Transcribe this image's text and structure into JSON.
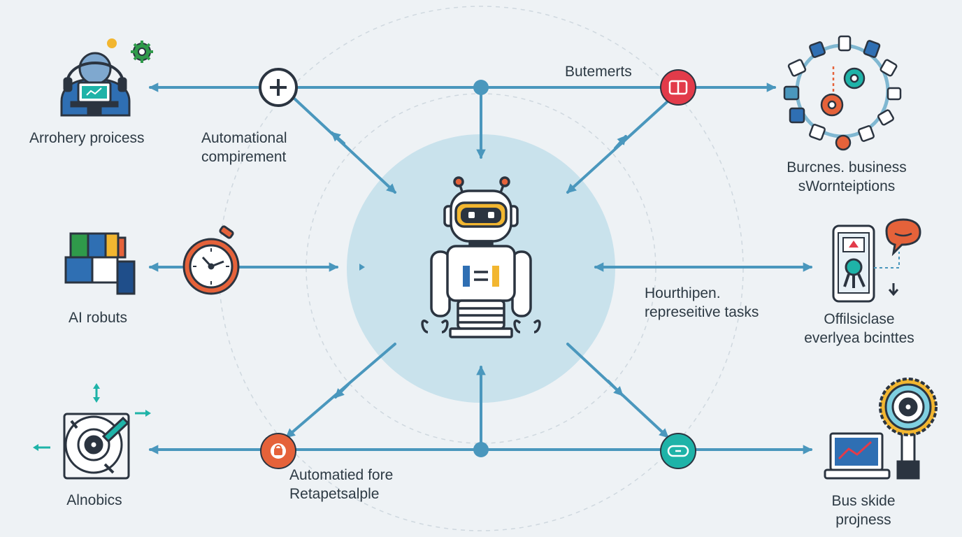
{
  "labels": {
    "top_left": "Arrohery proicess",
    "top_mid_1": "Automational",
    "top_mid_2": "compirement",
    "top_center": "Butemerts",
    "top_right_1": "Burcnes. business",
    "top_right_2": "sWornteiptions",
    "mid_left": "AI robuts",
    "mid_right_1": "Hourthipen.",
    "mid_right_2": "represeitive tasks",
    "mid_far_right_1": "Offilsiclase",
    "mid_far_right_2": "everlyea bcinttes",
    "bottom_left": "Alnobics",
    "bottom_mid_1": "Automatied fore",
    "bottom_mid_2": "Retapetsalple",
    "bottom_right_1": "Bus skide",
    "bottom_right_2": "projness"
  },
  "colors": {
    "background": "#eef2f5",
    "arrow": "#4a97bd",
    "hub_circle": "#c9e2ec",
    "outline": "#2b3440",
    "robot_visor": "#f2b630",
    "node_red": "#e23b4a",
    "node_orange": "#e5623a",
    "node_teal": "#1eb3a8",
    "accent_blue": "#2f6fb3",
    "accent_green": "#2f9a4a",
    "accent_yellow": "#f2b630"
  },
  "icons": {
    "center": "robot-icon",
    "top_left": "worker-laptop-icon",
    "top_right": "business-apps-ring-icon",
    "mid_left": "colored-blocks-icon",
    "mid_timer": "stopwatch-icon",
    "mid_right": "smartphone-chat-icon",
    "bottom_left": "disk-tool-icon",
    "bottom_right": "laptop-chart-gauge-icon",
    "node_plus": "plus-icon",
    "node_red": "chain-link-icon",
    "node_orange": "lock-icon",
    "node_teal": "link-icon"
  }
}
